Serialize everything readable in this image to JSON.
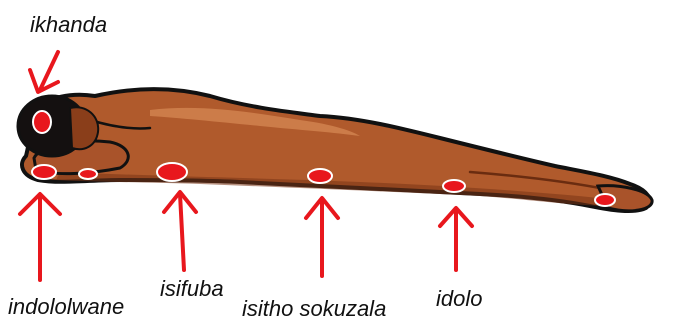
{
  "labels": {
    "head": "ikhanda",
    "elbow": "indololwane",
    "chest": "isifuba",
    "genitals": "isitho sokuzala",
    "knee": "idolo"
  },
  "colors": {
    "skin": "#b05a2c",
    "skin_shadow": "#7a3516",
    "skin_highlight": "#d98a56",
    "hair": "#141010",
    "outline": "#111111",
    "marker": "#e8171d",
    "arrow": "#e8171d",
    "label_text": "#111111",
    "background": "#ffffff"
  }
}
